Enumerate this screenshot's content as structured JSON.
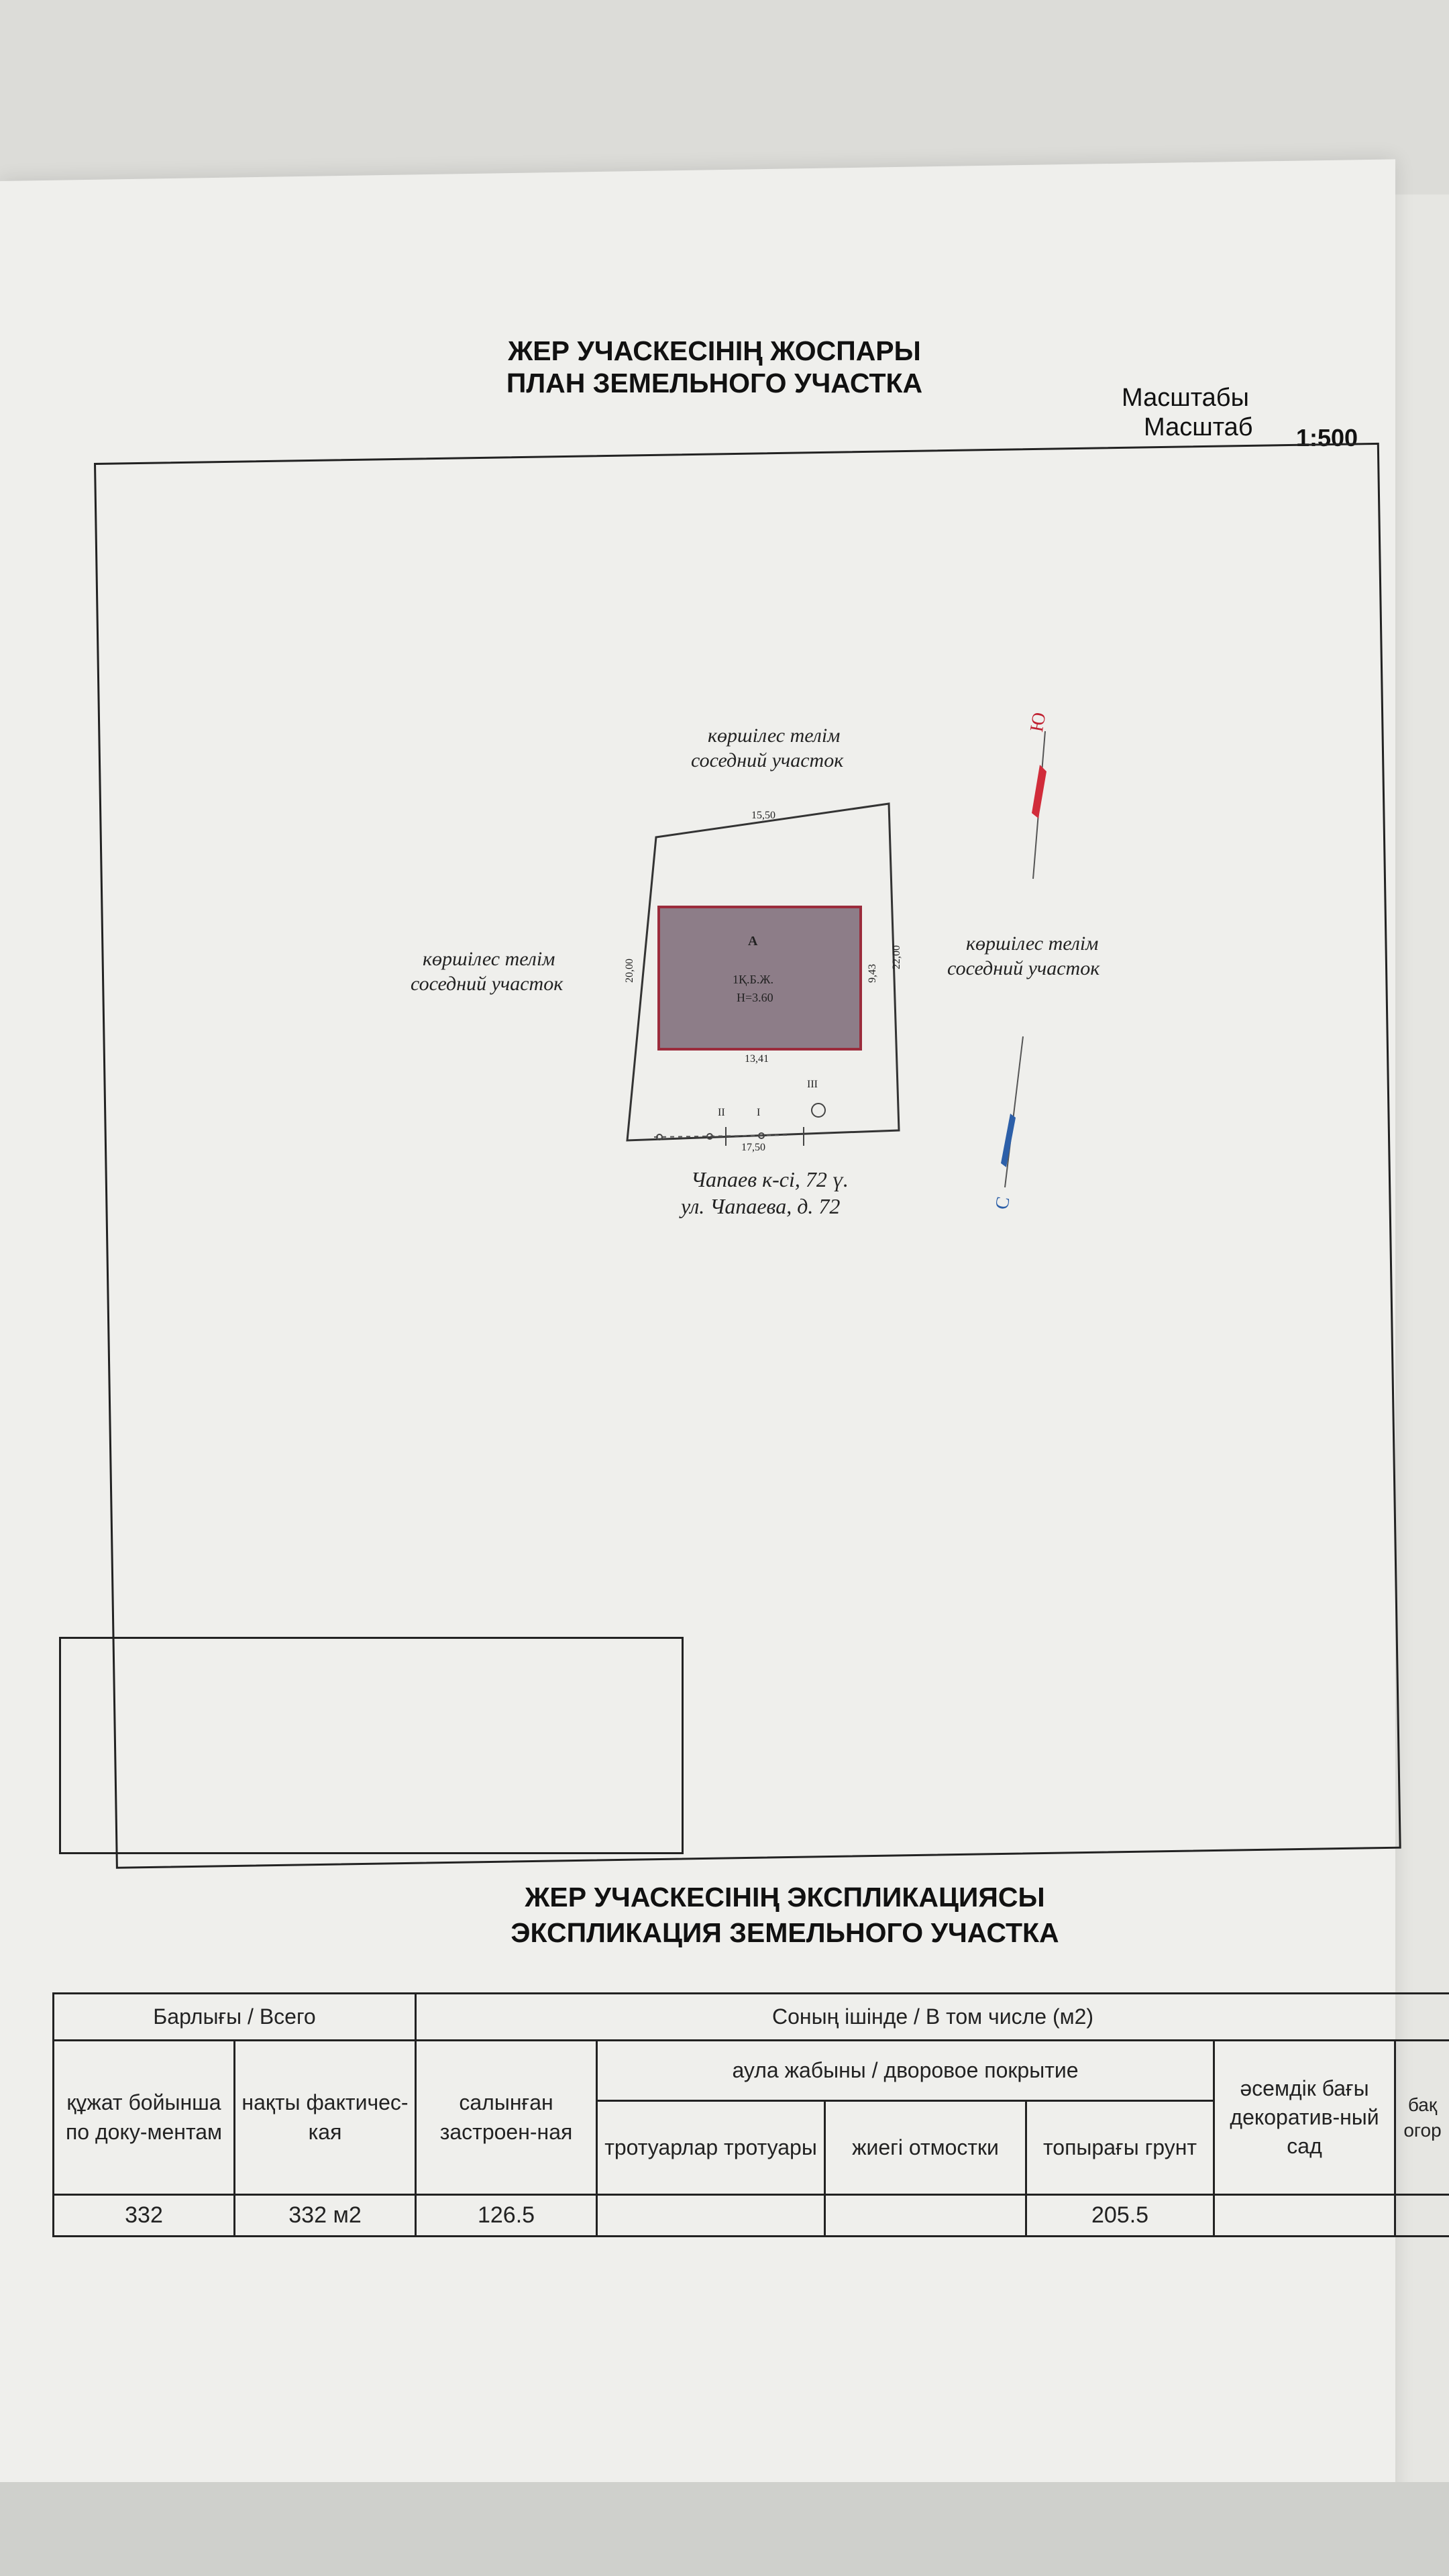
{
  "header": {
    "title_kz": "ЖЕР УЧАСКЕСІНІҢ ЖОСПАРЫ",
    "title_ru": "ПЛАН ЗЕМЕЛЬНОГО УЧАСТКА",
    "scale_label_kz": "Масштабы",
    "scale_label_ru": "Масштаб",
    "scale_value": "1:500"
  },
  "plan": {
    "neighbor_top_kz": "көршілес телім",
    "neighbor_top_ru": "соседний участок",
    "neighbor_left_kz": "көршілес телім",
    "neighbor_left_ru": "соседний участок",
    "neighbor_right_kz": "көршілес телім",
    "neighbor_right_ru": "соседний участок",
    "dim_top": "15,50",
    "dim_left": "20,00",
    "dim_right": "22,00",
    "dim_building_side": "9,43",
    "dim_building_bottom": "13,41",
    "dim_bottom": "17,50",
    "building_letter": "А",
    "building_mark": "1Қ.Б.Ж.",
    "building_height": "Н=3.60",
    "marker_ii": "II",
    "marker_i": "I",
    "marker_iii": "III",
    "address_kz": "Чапаев к-сі, 72 ү.",
    "address_ru": "ул. Чапаева, д. 72",
    "compass_north": "Ю",
    "compass_south": "С"
  },
  "explication": {
    "title_kz": "ЖЕР УЧАСКЕСІНІҢ ЭКСПЛИКАЦИЯСЫ",
    "title_ru": "ЭКСПЛИКАЦИЯ ЗЕМЕЛЬНОГО УЧАСТКА",
    "total_header": "Барлығы / Всего",
    "including_header": "Соның ішінде / В том числе (м2)",
    "yard_cover_header": "аула жабыны / дворовое покрытие",
    "col_doc": "құжат бойынша по доку-ментам",
    "col_actual": "нақты фактичес-кая",
    "col_built": "салынған застроен-ная",
    "col_sidewalks": "тротуарлар тротуары",
    "col_blind": "жиегі отмостки",
    "col_soil": "топырағы грунт",
    "col_garden": "әсемдік бағы декоратив-ный сад",
    "col_garden_partial": "бақ огор",
    "values": {
      "doc": "332",
      "actual": "332 м2",
      "built": "126.5",
      "sidewalks": "",
      "blind": "",
      "soil": "205.5",
      "garden": "",
      "partial": ""
    }
  }
}
